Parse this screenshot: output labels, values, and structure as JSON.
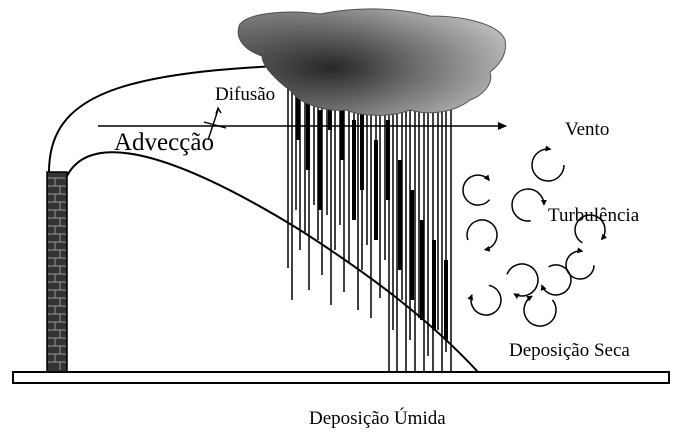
{
  "labels": {
    "difusao": "Difusão",
    "adveccao": "Advecção",
    "vento": "Vento",
    "turbulencia": "Turbulência",
    "deposicao_seca": "Deposição Seca",
    "deposicao_umida": "Deposição Úmida"
  },
  "colors": {
    "ink": "#000000",
    "cloud_dark": "#3a3a3a",
    "cloud_light": "#bdbdbd",
    "chimney": "#2b2b2b",
    "background": "#ffffff"
  }
}
